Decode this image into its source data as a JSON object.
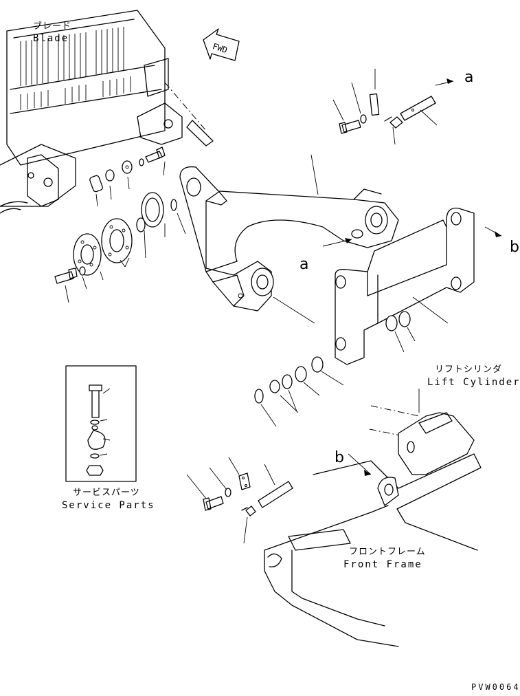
{
  "labels": {
    "blade_jp": "ブレード",
    "blade_en": "Blade",
    "fwd": "FWD",
    "ref_a": "a",
    "ref_b": "b",
    "lift_cylinder_jp": "リフトシリンダ",
    "lift_cylinder_en": "Lift Cylinder",
    "service_parts_jp": "サービスパーツ",
    "service_parts_en": "Service Parts",
    "front_frame_jp": "フロントフレーム",
    "front_frame_en": "Front Frame",
    "drawing_code": "PVW0064"
  }
}
